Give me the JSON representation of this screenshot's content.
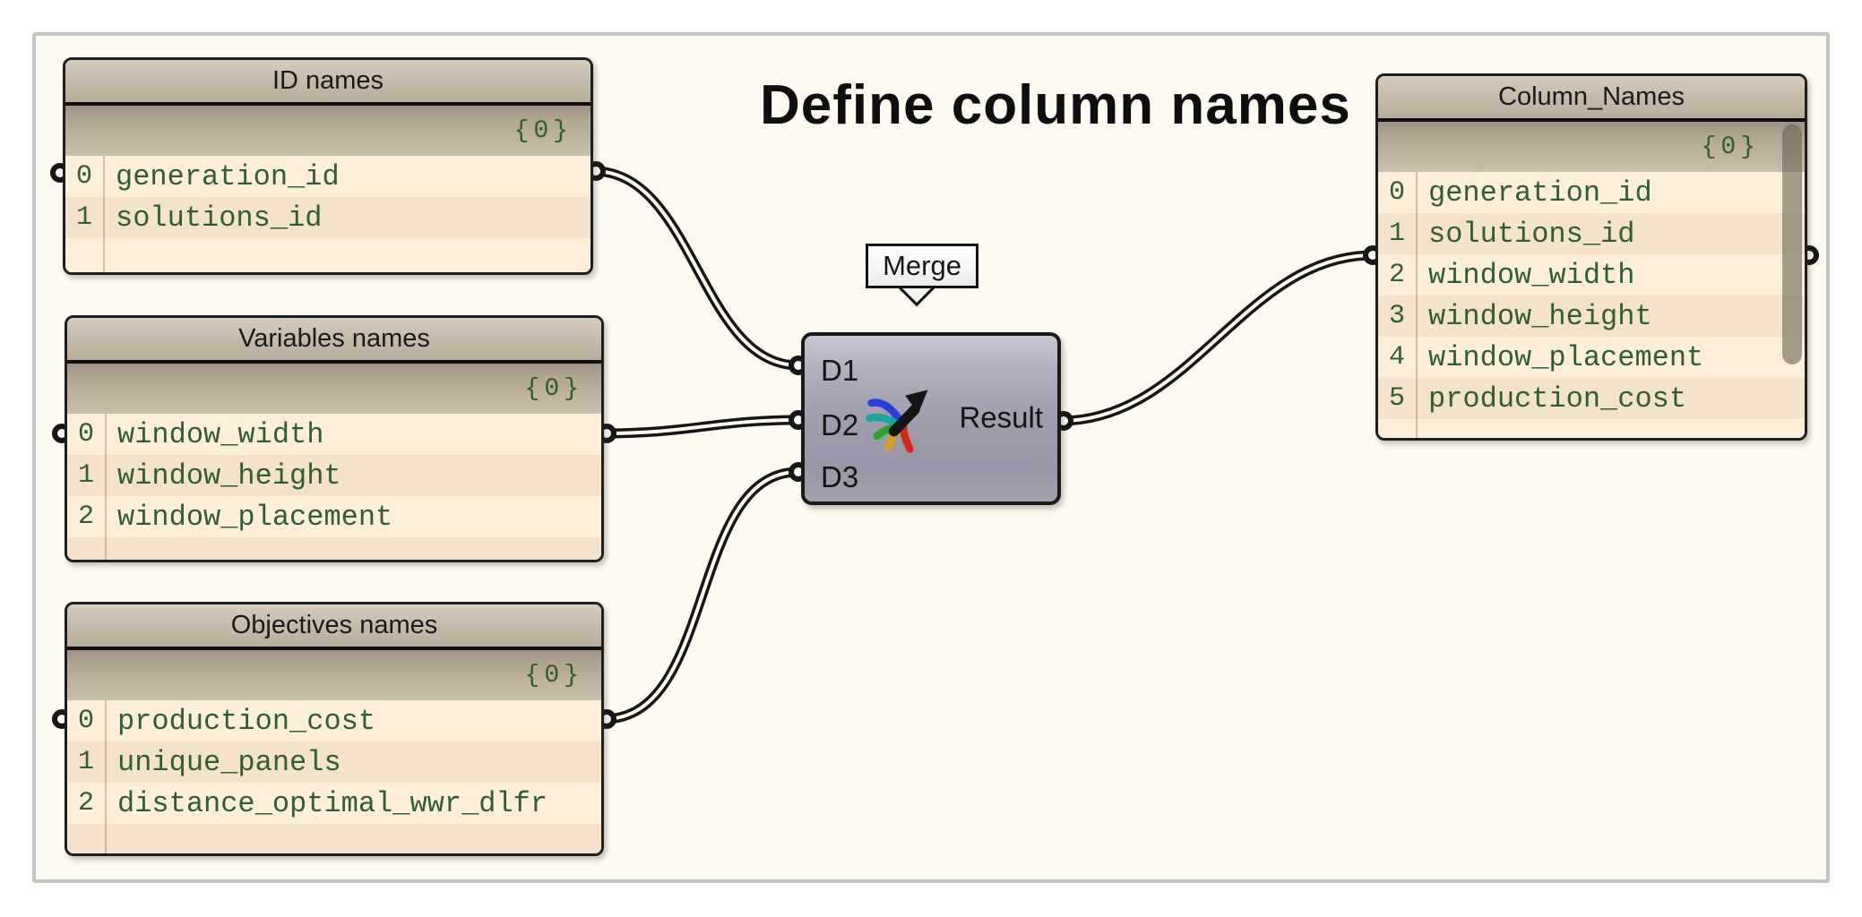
{
  "header": {
    "title": "Define column names"
  },
  "panels": [
    {
      "name": "id-names",
      "title": "ID names",
      "path_label": "{0}",
      "items": [
        "generation_id",
        "solutions_id"
      ]
    },
    {
      "name": "variables-names",
      "title": "Variables names",
      "path_label": "{0}",
      "items": [
        "window_width",
        "window_height",
        "window_placement"
      ]
    },
    {
      "name": "objectives-names",
      "title": "Objectives names",
      "path_label": "{0}",
      "items": [
        "production_cost",
        "unique_panels",
        "distance_optimal_wwr_dlfr"
      ]
    },
    {
      "name": "column-names",
      "title": "Column_Names",
      "path_label": "{0}",
      "items": [
        "generation_id",
        "solutions_id",
        "window_width",
        "window_height",
        "window_placement",
        "production_cost"
      ]
    }
  ],
  "merge": {
    "tooltip": "Merge",
    "inputs": [
      "D1",
      "D2",
      "D3"
    ],
    "output_label": "Result",
    "icon": "merge-streams-icon"
  },
  "colors": {
    "canvas_bg": "#fcfaf1",
    "panel_header": "#c6b9a8",
    "row_light": "#fdeeda",
    "row_dark": "#f4e2cc",
    "text_green": "#315c35",
    "wire": "#161616",
    "component_body": "#a3a1b0",
    "scrollbar": "#8b8172"
  }
}
